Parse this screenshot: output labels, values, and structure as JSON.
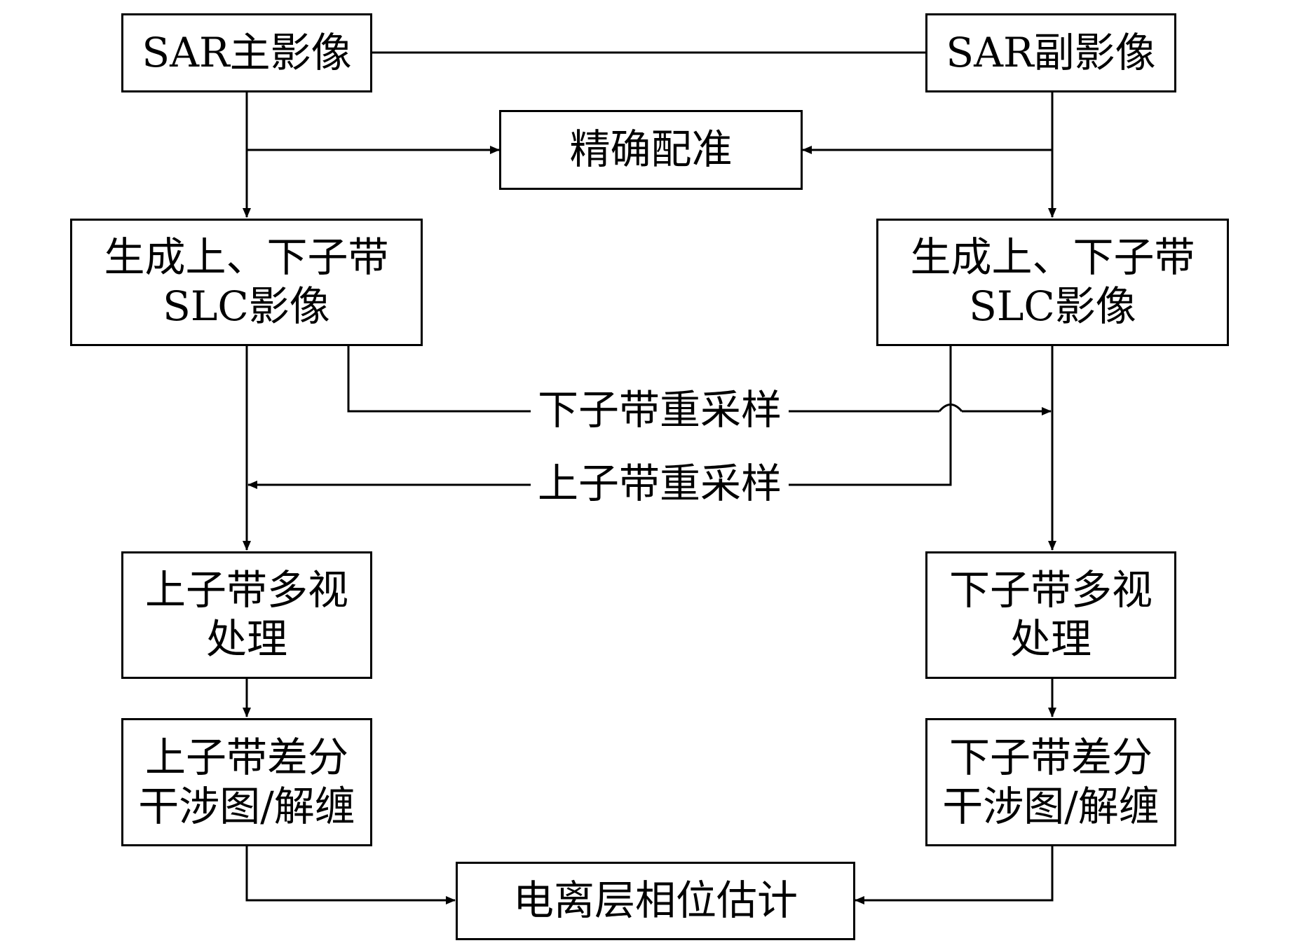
{
  "nodes": {
    "master": {
      "lines": [
        "SAR主影像"
      ]
    },
    "slave": {
      "lines": [
        "SAR副影像"
      ]
    },
    "coreg": {
      "lines": [
        "精确配准"
      ]
    },
    "split_left": {
      "lines": [
        "生成上、下子带",
        "SLC影像"
      ]
    },
    "split_right": {
      "lines": [
        "生成上、下子带",
        "SLC影像"
      ]
    },
    "multilook_upper": {
      "lines": [
        "上子带多视",
        "处理"
      ]
    },
    "multilook_lower": {
      "lines": [
        "下子带多视",
        "处理"
      ]
    },
    "ifg_upper": {
      "lines": [
        "上子带差分",
        "干涉图/解缠"
      ]
    },
    "ifg_lower": {
      "lines": [
        "下子带差分",
        "干涉图/解缠"
      ]
    },
    "iono": {
      "lines": [
        "电离层相位估计"
      ]
    }
  },
  "edge_labels": {
    "lower_resample": "下子带重采样",
    "upper_resample": "上子带重采样"
  }
}
